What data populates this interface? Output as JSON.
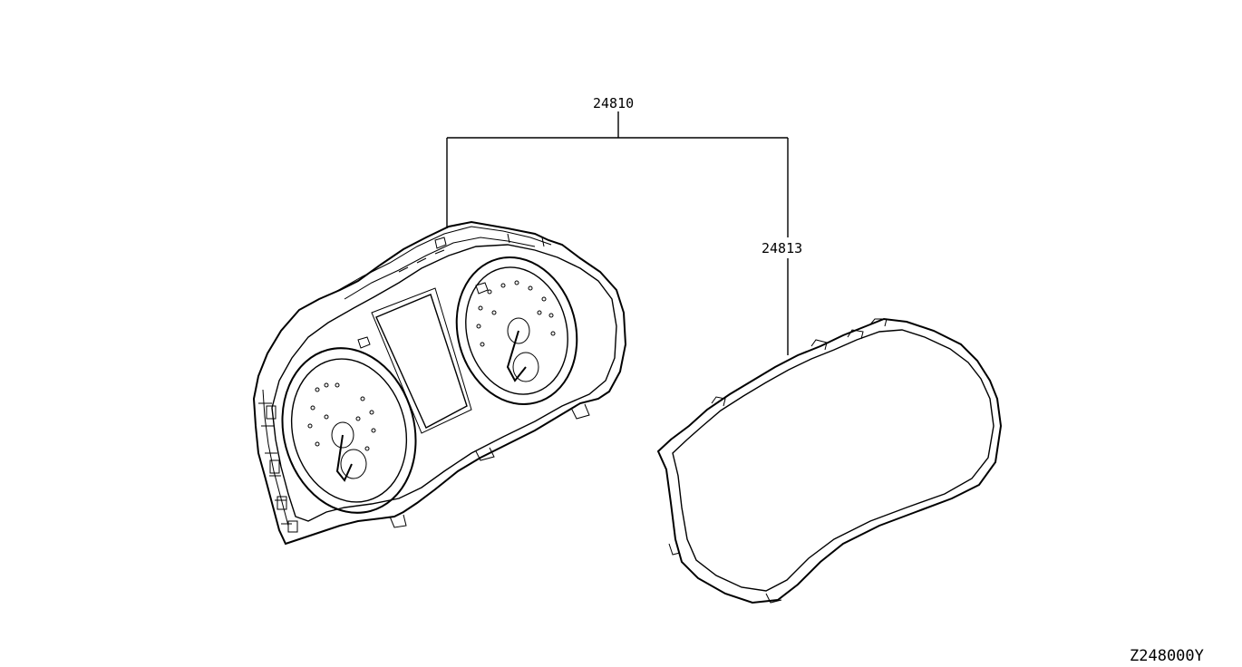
{
  "callouts": {
    "assembly": "24810",
    "cover": "24813"
  },
  "diagram_code": "Z248000Y"
}
